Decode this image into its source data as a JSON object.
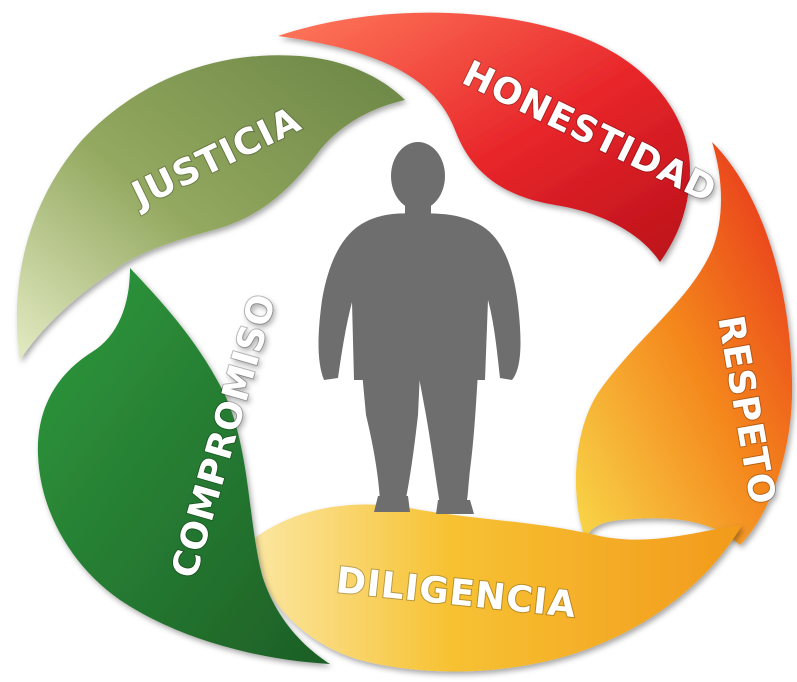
{
  "petals": [
    {
      "label": "HONESTIDAD",
      "color_light": "#ff6a4d",
      "color_dark": "#c8141d"
    },
    {
      "label": "RESPETO",
      "color_light": "#f7d13a",
      "color_dark": "#e9321c"
    },
    {
      "label": "DILIGENCIA",
      "color_light": "#fde08a",
      "color_dark": "#f3a420"
    },
    {
      "label": "COMPROMISO",
      "color_light": "#3aa23f",
      "color_dark": "#1f6a2a"
    },
    {
      "label": "JUSTICIA",
      "color_light": "#d3dea2",
      "color_dark": "#6d8a45"
    }
  ],
  "figure": {
    "icon": "person-silhouette-icon",
    "color": "#6e6e6e"
  }
}
